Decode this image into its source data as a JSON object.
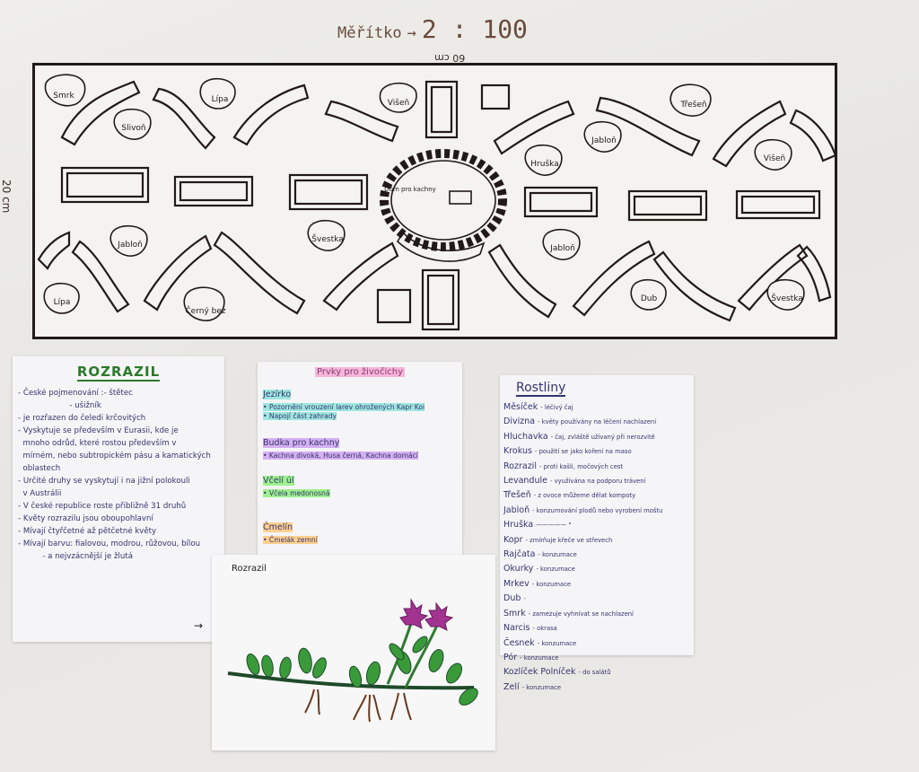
{
  "header": {
    "scale_label": "Měřítko",
    "scale_arrow": "→",
    "scale_value": "2 : 100",
    "top_note": "60 cm",
    "side_note": "20 cm"
  },
  "plan": {
    "blob_labels": {
      "b1": "Smrk",
      "b2": "Lípa",
      "b3": "Slivoň",
      "b4": "Višeň",
      "b5": "Třešeň",
      "b6": "Jabloň",
      "b7": "Hruška",
      "b8": "Višeň",
      "b9": "Jabloň",
      "b10": "Švestka",
      "b11": "Jabloň",
      "b12": "Dub",
      "b13": "Švestka",
      "b14": "Černý bez",
      "b15": "Lípa"
    },
    "center_labels": {
      "house": "Dům pro kachny"
    }
  },
  "rozrazil": {
    "title": "ROZRAZIL",
    "lines": [
      "- České pojmenování :- štětec",
      "                     - ušižník",
      "- je rozřazen do čeledi krčovitých",
      "- Vyskytuje se především v Eurasii, kde je",
      "  mnoho odrůd, které rostou především v",
      "  mírném, nebo subtropickém pásu a kamatických",
      "  oblastech",
      "- Určité druhy se vyskytují i na jižní polokouli",
      "  v Austrálii",
      "- V české republice roste přibližně 31 druhů",
      "- Květy rozrazilu jsou oboupohlavní",
      "- Mívají čtyřčetné až pětčetné květy",
      "- Mívají barvu: fialovou, modrou, růžovou, bílou",
      "          - a nejvzácnější je žlutá"
    ]
  },
  "prvky": {
    "title": "Prvky pro živočichy",
    "sections": [
      {
        "heading": "Jezírko",
        "items": [
          "• Pozornění vrouzení larev ohrožených Kapr Koi",
          "• Napojí část zahrady"
        ]
      },
      {
        "heading": "Budka pro kachny",
        "items": [
          "• Kachna divoká, Husa černá, Kachna domácí"
        ]
      },
      {
        "heading": "Včelí úl",
        "items": [
          "• Včela medonosná"
        ]
      },
      {
        "heading": "Čmelín",
        "items": [
          "• Čmelák zemní"
        ]
      }
    ]
  },
  "rostliny": {
    "title": "Rostliny",
    "items": [
      {
        "name": "Měsíček",
        "desc": "- léčivý čaj"
      },
      {
        "name": "Divizna",
        "desc": "- květy používány na léčení nachlazení"
      },
      {
        "name": "Hluchavka",
        "desc": "- čaj, zvláště užívaný při nerozvitě"
      },
      {
        "name": "Krokus",
        "desc": "- použití se jako koření na maso"
      },
      {
        "name": "Rozrazil",
        "desc": "- proti kašli, močových cest"
      },
      {
        "name": "Levandule",
        "desc": "- využívána na podporu trávení"
      },
      {
        "name": "Třešeň",
        "desc": "- z ovoce můžeme dělat kompoty"
      },
      {
        "name": "Jabloň",
        "desc": "- konzumování plodů nebo vyrobení moštu"
      },
      {
        "name": "Hruška",
        "desc": "————— \""
      },
      {
        "name": "Kopr",
        "desc": "- zmírňuje křeče ve střevech"
      },
      {
        "name": "Rajčata",
        "desc": "- konzumace"
      },
      {
        "name": "Okurky",
        "desc": "- konzumace"
      },
      {
        "name": "Mrkev",
        "desc": "- konzumace"
      },
      {
        "name": "Dub",
        "desc": "-"
      },
      {
        "name": "Smrk",
        "desc": "- zamezuje vyhnívat se nachlazení"
      },
      {
        "name": "Narcis",
        "desc": "- okrasa"
      },
      {
        "name": "Česnek",
        "desc": "- konzumace"
      },
      {
        "name": "Pór",
        "desc": "- konzumace"
      },
      {
        "name": "Kozlíček Polníček",
        "desc": "- do salátů"
      },
      {
        "name": "Zelí",
        "desc": "- konzumace"
      }
    ]
  },
  "drawing": {
    "title": "Rozrazil"
  },
  "arrow": "→"
}
